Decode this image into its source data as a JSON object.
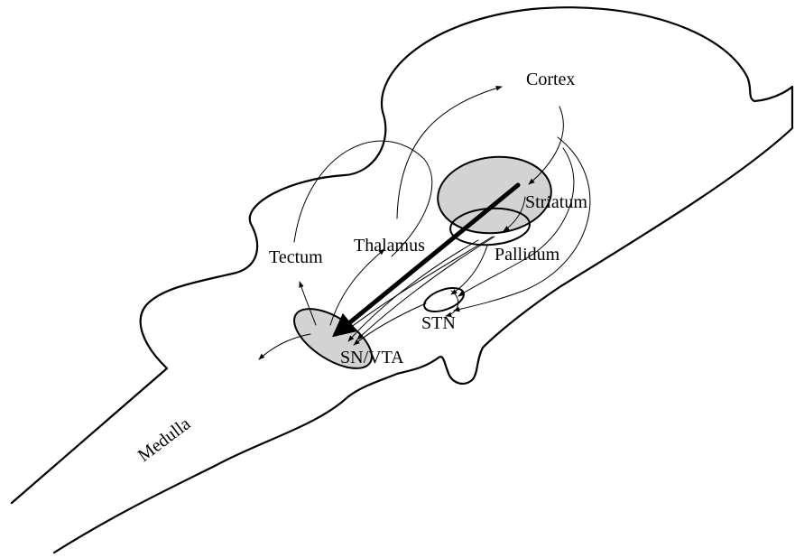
{
  "labels": {
    "cortex": "Cortex",
    "striatum": "Striatum",
    "pallidum": "Pallidum",
    "thalamus": "Thalamus",
    "tectum": "Tectum",
    "stn": "STN",
    "sn_vta": "SN/VTA",
    "medulla": "Medulla"
  },
  "colors": {
    "nucleus_fill": "#d3d3d3",
    "stroke": "#000000"
  }
}
